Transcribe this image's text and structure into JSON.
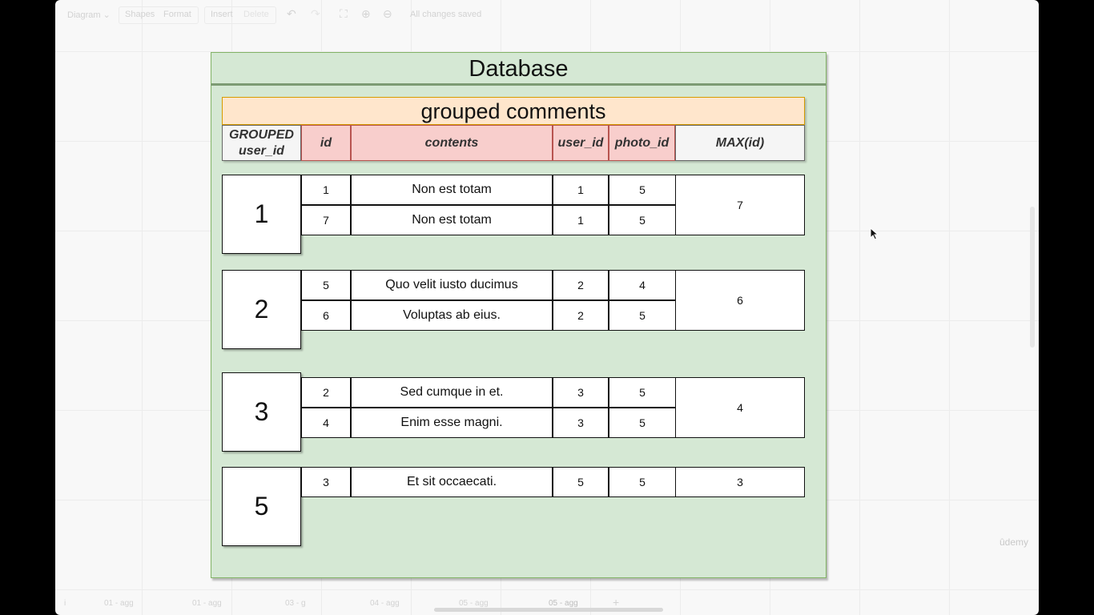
{
  "toolbar": {
    "diagram": "Diagram",
    "shapes": "Shapes",
    "format": "Format",
    "insert": "Insert",
    "delete": "Delete",
    "status": "All changes saved"
  },
  "page_tabs": [
    "01 - agg",
    "01 - agg",
    "03 - g",
    "04 - agg",
    "05 - agg",
    "05 - agg"
  ],
  "watermark": "ûdemy",
  "diagram": {
    "title": "Database",
    "table_title": "grouped comments",
    "columns": {
      "group_line1": "GROUPED",
      "group_line2": "user_id",
      "id": "id",
      "contents": "contents",
      "user_id": "user_id",
      "photo_id": "photo_id",
      "max": "MAX(id)"
    },
    "groups": [
      {
        "key": "1",
        "max": "7",
        "rows": [
          {
            "id": "1",
            "contents": "Non est totam",
            "user_id": "1",
            "photo_id": "5"
          },
          {
            "id": "7",
            "contents": "Non est totam",
            "user_id": "1",
            "photo_id": "5"
          }
        ]
      },
      {
        "key": "2",
        "max": "6",
        "rows": [
          {
            "id": "5",
            "contents": "Quo velit iusto ducimus",
            "user_id": "2",
            "photo_id": "4"
          },
          {
            "id": "6",
            "contents": "Voluptas ab eius.",
            "user_id": "2",
            "photo_id": "5"
          }
        ]
      },
      {
        "key": "3",
        "max": "4",
        "rows": [
          {
            "id": "2",
            "contents": "Sed cumque in et.",
            "user_id": "3",
            "photo_id": "5"
          },
          {
            "id": "4",
            "contents": "Enim esse magni.",
            "user_id": "3",
            "photo_id": "5"
          }
        ]
      },
      {
        "key": "5",
        "max": "3",
        "rows": [
          {
            "id": "3",
            "contents": "Et sit occaecati.",
            "user_id": "5",
            "photo_id": "5"
          }
        ]
      }
    ]
  }
}
